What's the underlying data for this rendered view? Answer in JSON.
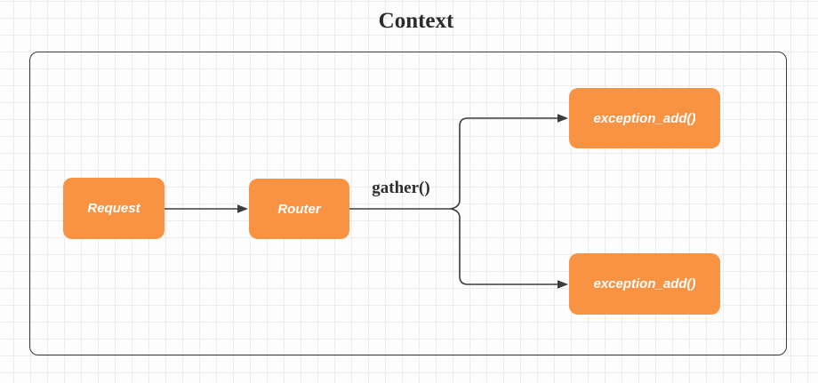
{
  "title": "Context",
  "nodes": {
    "request": {
      "label": "Request"
    },
    "router": {
      "label": "Router"
    },
    "exception_add_top": {
      "label": "exception_add()"
    },
    "exception_add_bottom": {
      "label": "exception_add()"
    }
  },
  "edges": {
    "gather_label": "gather()"
  },
  "colors": {
    "node_fill": "#F89343",
    "node_text": "#FFFFFF",
    "connector": "#3C3C3C",
    "container_border": "#3B3B3B",
    "label_text": "#2E2E2E",
    "grid_line": "#ECECEC",
    "canvas_bg": "#FDFDFD"
  }
}
